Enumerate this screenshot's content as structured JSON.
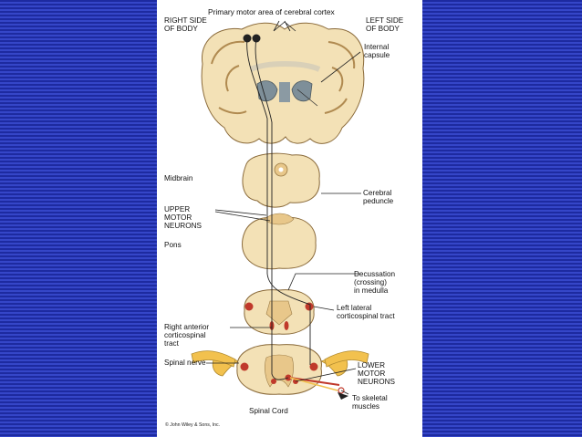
{
  "diagram": {
    "title": "Primary motor area of cerebral cortex",
    "labels": {
      "right_side": "RIGHT SIDE\nOF BODY",
      "left_side": "LEFT SIDE\nOF BODY",
      "internal_capsule": "Internal\ncapsule",
      "midbrain": "Midbrain",
      "cerebral_peduncle": "Cerebral\npeduncle",
      "upper_motor_neurons": "UPPER\nMOTOR\nNEURONS",
      "pons": "Pons",
      "decussation": "Decussation\n(crossing)\nin medulla",
      "left_lateral": "Left lateral\ncorticospinal tract",
      "right_anterior": "Right anterior\ncorticospinal\ntract",
      "spinal_nerve": "Spinal nerve",
      "lower_motor_neurons": "LOWER\nMOTOR\nNEURONS",
      "to_skeletal": "To skeletal\nmuscles",
      "spinal_cord": "Spinal Cord",
      "copyright": "© John Wiley & Sons, Inc."
    }
  },
  "colors": {
    "background": "#2a3ab8",
    "panel": "#ffffff",
    "tissue": "#f4e4bf",
    "gray_matter": "#e8c78a",
    "tract_red": "#c0392b",
    "nerve_yellow": "#f2c14e",
    "ventricle": "#7e8f99"
  }
}
